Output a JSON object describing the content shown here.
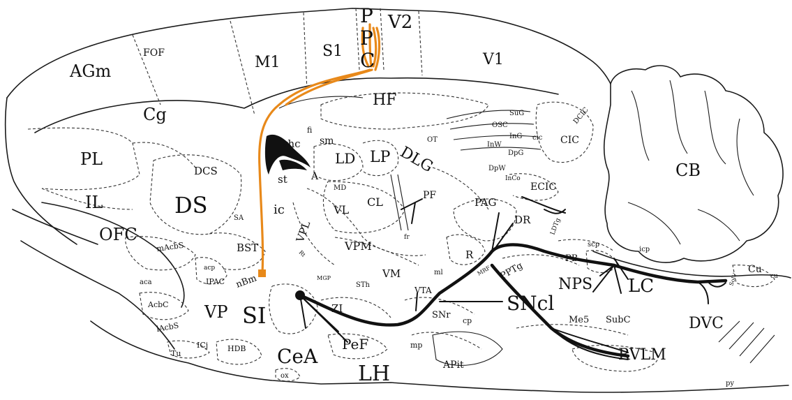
{
  "colors": {
    "orange_tract": "#e8891a",
    "black_tract": "#111111",
    "outline": "#1a1a1a"
  },
  "labels": {
    "PPC_P1": "P",
    "PPC_P2": "P",
    "PPC_C": "C",
    "V2": "V2",
    "V1": "V1",
    "S1": "S1",
    "M1": "M1",
    "FOF": "FOF",
    "AGm": "AGm",
    "Cg": "Cg",
    "PL": "PL",
    "IL": "IL",
    "OFC": "OFC",
    "DS": "DS",
    "DCS": "DCS",
    "HF": "HF",
    "SuG": "SuG",
    "OSC": "OSC",
    "InG": "InG",
    "InW": "InW",
    "DpG": "DpG",
    "DpW": "DpW",
    "InCo": "InCo",
    "cic": "cic",
    "CIC": "CIC",
    "DCIC": "DCIC",
    "ECIC": "ECIC",
    "OT": "OT",
    "LP": "LP",
    "DLG": "DLG",
    "LD": "LD",
    "sm": "sm",
    "vhc": "vhc",
    "fi": "fi",
    "st": "st",
    "A": "A",
    "MD": "MD",
    "PF": "PF",
    "CL": "CL",
    "VL": "VL",
    "VPL": "VPL",
    "VPM": "VPM",
    "ic": "ic",
    "SA": "SA",
    "BST": "BST",
    "mAcbS": "mAcbS",
    "aca": "aca",
    "acp": "acp",
    "IPAC": "IPAC",
    "nBm": "nBm",
    "AcbC": "AcbC",
    "lAcbS": "lAcbS",
    "VP": "VP",
    "SI": "SI",
    "ICj": "ICj",
    "Tu": "Tu",
    "HDB": "HDB",
    "ox": "ox",
    "CeA": "CeA",
    "ZI": "ZI",
    "PeF": "PeF",
    "LH": "LH",
    "mp": "mp",
    "APit": "APit",
    "MGP": "MGP",
    "STh": "STh",
    "VM": "VM",
    "VTA": "VTA",
    "SNr": "SNr",
    "cp": "cp",
    "SNcl": "SNcl",
    "fr": "fr",
    "ml": "ml",
    "R": "R",
    "PAG": "PAG",
    "DR": "DR",
    "PPTg": "PPTg",
    "MRF": "MRF",
    "LDTg": "LDTg",
    "scp": "scp",
    "PB": "PB",
    "NPS": "NPS",
    "LC": "LC",
    "Me5": "Me5",
    "SubC": "SubC",
    "icp": "icp",
    "CB": "CB",
    "Cu": "Cu",
    "cu": "cu",
    "SolV": "SolV",
    "DVC": "DVC",
    "RVLM": "RVLM",
    "py": "py",
    "Rt": "Rt"
  }
}
